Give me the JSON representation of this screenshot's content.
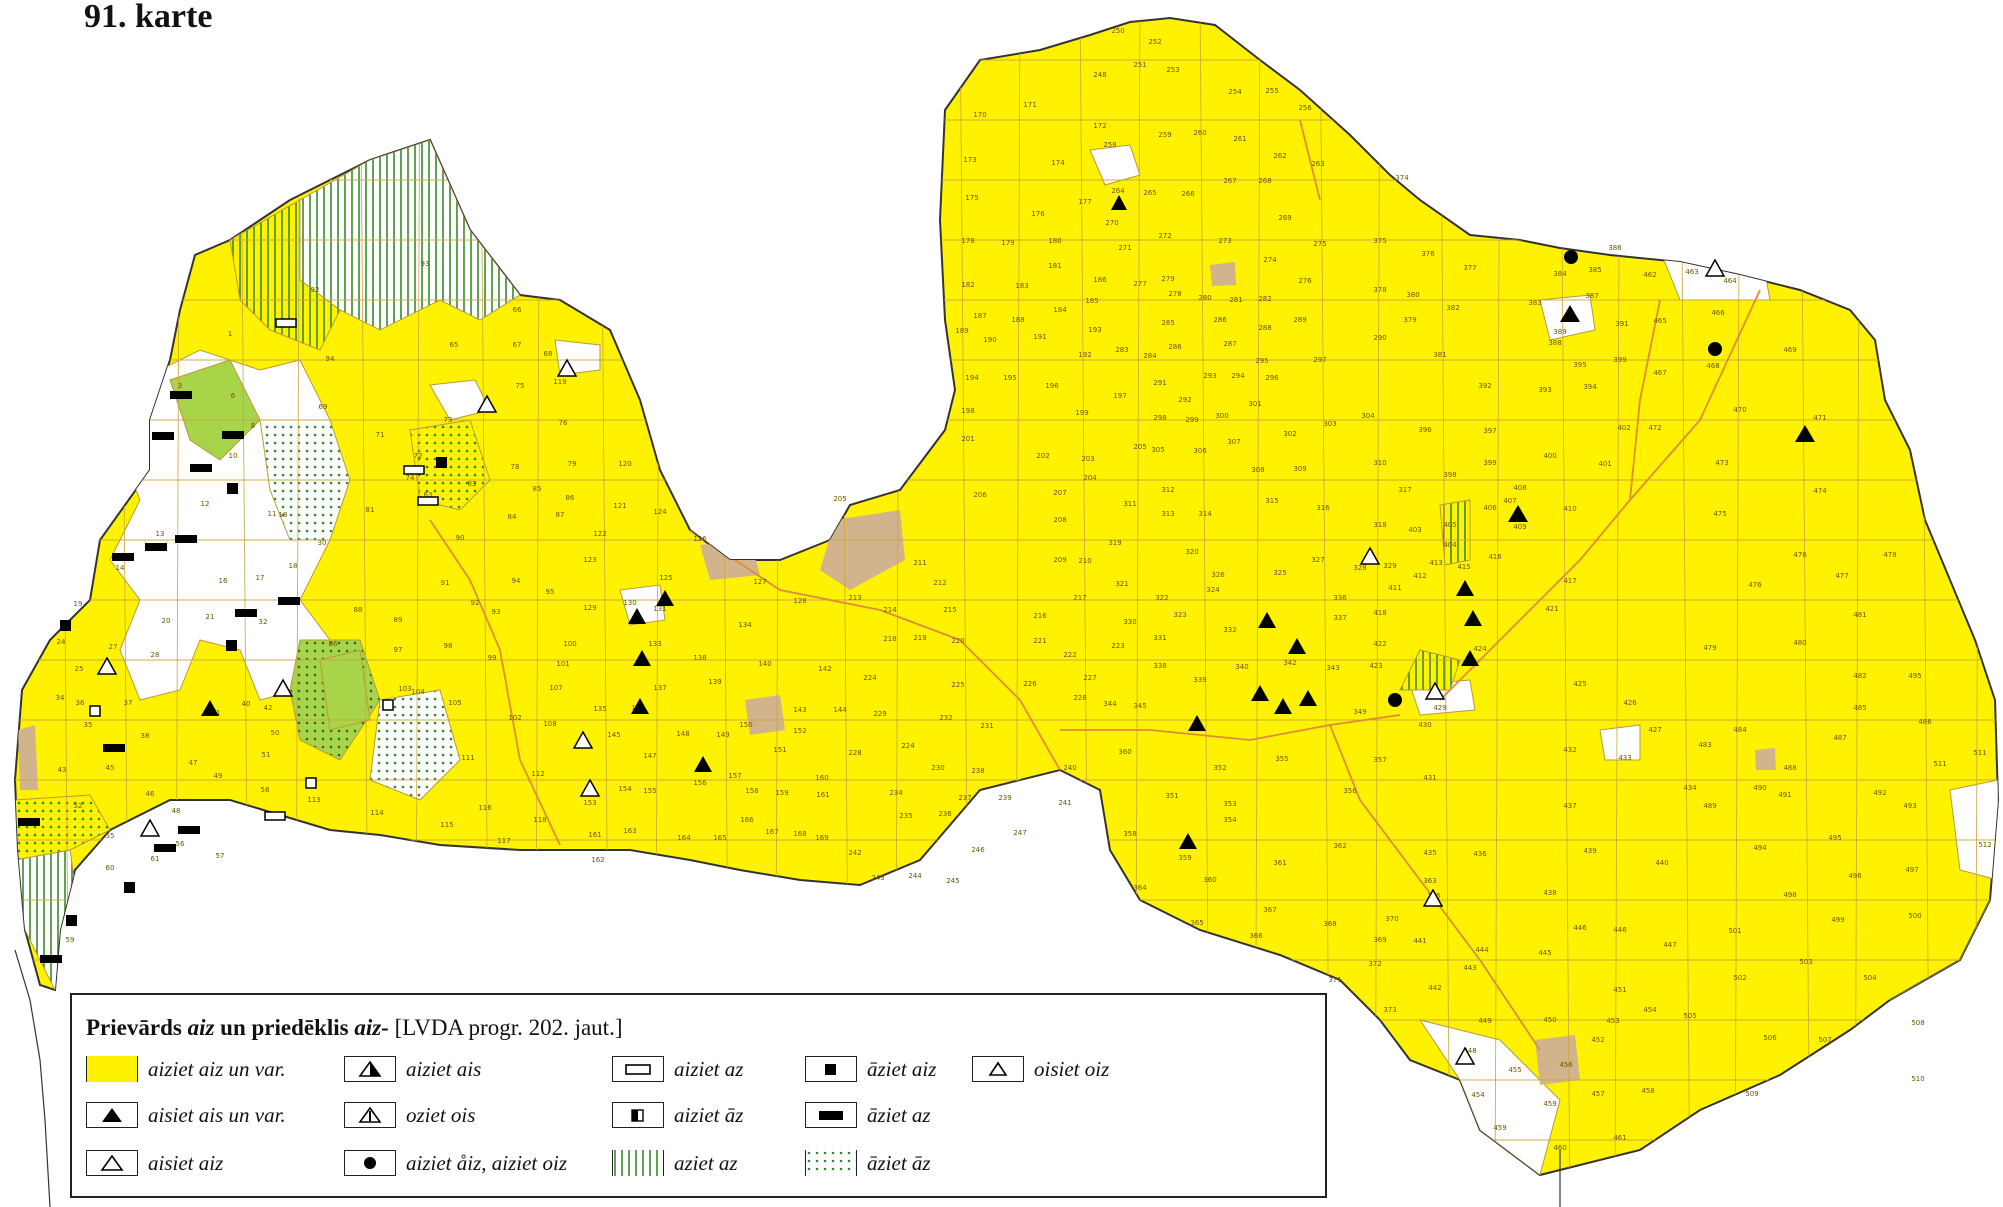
{
  "map": {
    "title": "91. karte",
    "colors": {
      "yellow": "#FFF200",
      "yellow_border": "#b89a3a",
      "green": "#a8d44a",
      "white_area": "#ffffff",
      "tan": "#d2b48c",
      "orange_line": "#e08a3a"
    }
  },
  "legend": {
    "title_bold": "Prievārds",
    "title_italic_1": "aiz",
    "title_mid": "un priedēklis",
    "title_italic_2": "aiz-",
    "title_tail": "[LVDA progr. 202. jaut.]",
    "items": [
      {
        "key": "yellow",
        "icon": "yellow-fill-swatch",
        "label": "aiziet aiz",
        "tail": "un var."
      },
      {
        "key": "tri-filled",
        "icon": "filled-triangle-icon",
        "label": "aisiet ais",
        "tail": "un var."
      },
      {
        "key": "tri-open",
        "icon": "open-triangle-icon",
        "label": "aisiet aiz",
        "tail": ""
      },
      {
        "key": "tri-half",
        "icon": "half-filled-triangle-icon",
        "label": "aiziet ais",
        "tail": ""
      },
      {
        "key": "tri-bar",
        "icon": "triangle-bar-icon",
        "label": "oziet ois",
        "tail": ""
      },
      {
        "key": "circle",
        "icon": "filled-circle-icon",
        "label": "aiziet åiz, aiziet oiz",
        "tail": ""
      },
      {
        "key": "rect-open",
        "icon": "open-rectangle-icon",
        "label": "aiziet az",
        "tail": ""
      },
      {
        "key": "square-half",
        "icon": "half-filled-square-icon",
        "label": "aiziet āz",
        "tail": ""
      },
      {
        "key": "stripes",
        "icon": "green-stripes-swatch",
        "label": "aziet az",
        "tail": ""
      },
      {
        "key": "square-filled",
        "icon": "filled-square-icon",
        "label": "āziet aiz",
        "tail": ""
      },
      {
        "key": "rect-filled",
        "icon": "filled-rectangle-icon",
        "label": "āziet az",
        "tail": ""
      },
      {
        "key": "dots",
        "icon": "green-dots-swatch",
        "label": "āziet āz",
        "tail": ""
      },
      {
        "key": "tri-open-small",
        "icon": "open-small-triangle-icon",
        "label": "oisiet oiz",
        "tail": ""
      }
    ]
  }
}
